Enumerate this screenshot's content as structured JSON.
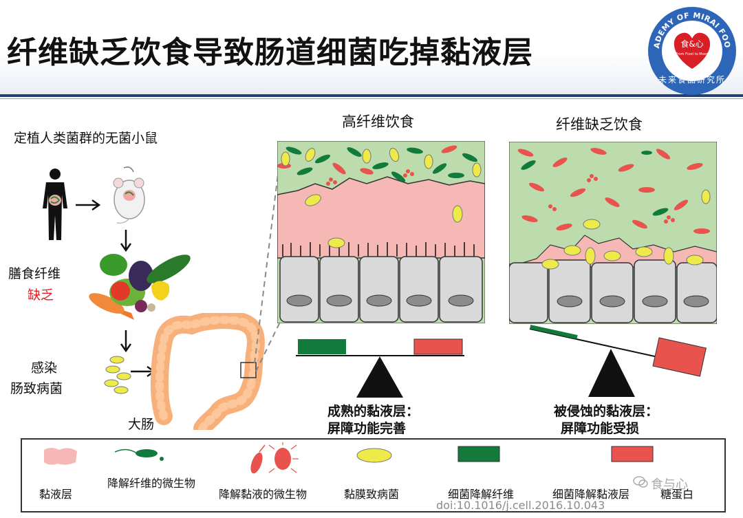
{
  "title": "纤维缺乏饮食导致肠道细菌吃掉黏液层",
  "logo": {
    "arc_text": "ACADEMY OF MIRAI FOODS",
    "heart_text": "食&心",
    "heart_sub": "From Food to Mood",
    "bottom_text": "未来食品研究所"
  },
  "left": {
    "heading": "定植人类菌群的无菌小鼠",
    "fiber_label": "膳食纤维",
    "fiber_state": "缺乏",
    "infection_line1": "感染",
    "infection_line2": "肠致病菌",
    "colon_label": "大肠"
  },
  "panels": {
    "high_fiber": {
      "title": "高纤维饮食",
      "caption_line1": "成熟的黏液层：",
      "caption_line2": "屏障功能完善"
    },
    "low_fiber": {
      "title": "纤维缺乏饮食",
      "caption_line1": "被侵蚀的黏液层：",
      "caption_line2": "屏障功能受损"
    }
  },
  "legend": [
    {
      "label": "黏液层",
      "icon": "mucus-swatch-icon"
    },
    {
      "label": "降解纤维的微生物",
      "icon": "fiber-microbe-icon"
    },
    {
      "label": "降解黏液的微生物",
      "icon": "mucus-microbe-icon"
    },
    {
      "label": "黏膜致病菌",
      "icon": "pathogen-icon"
    },
    {
      "label": "细菌降解纤维",
      "icon": "green-bar-icon"
    },
    {
      "label": "细菌降解黏液层",
      "icon": "red-bar-icon"
    },
    {
      "label": "糖蛋白",
      "icon": ""
    }
  ],
  "doi": "doi:10.1016/j.cell.2016.10.043",
  "watermark": "食与心",
  "colors": {
    "title_bar": "#243f73",
    "mucus": "#f5b8b4",
    "lumen_green": "#bcdcae",
    "fiber_green": "#127a3a",
    "mucus_red": "#e8534d",
    "pathogen_yellow": "#eeea4a",
    "cell_gray": "#d9d9d9",
    "colon": "#f8b07a",
    "highlight_red": "#e5181f"
  }
}
